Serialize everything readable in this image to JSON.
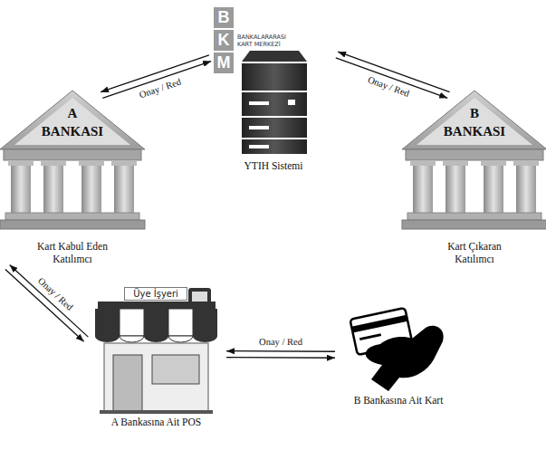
{
  "diagram": {
    "nodes": [
      {
        "text": [
          "B",
          "K",
          "M",
          "BANKALARARASI KART MERKEZİ",
          "YTIH Sistemi"
        ]
      },
      {
        "text": [
          "A BANKASI",
          "Kart Kabul Eden Katılımcı"
        ]
      },
      {
        "text": [
          "B BANKASI",
          "Kart Çıkaran Katılımcı"
        ]
      },
      {
        "text": [
          "Üye İşyeri",
          "A Bankasına Ait POS"
        ]
      },
      {
        "text": [
          "B Bankasına Ait Kart"
        ]
      }
    ],
    "edges": [
      {
        "from": 1,
        "to": 0,
        "arrow": "both",
        "label": "Onay / Red"
      },
      {
        "from": 0,
        "to": 2,
        "arrow": "both",
        "label": "Onay / Red"
      },
      {
        "from": 1,
        "to": 3,
        "arrow": "both",
        "label": "Onay / Red"
      },
      {
        "from": 3,
        "to": 4,
        "arrow": "both",
        "label": "Onay / Red"
      }
    ]
  }
}
